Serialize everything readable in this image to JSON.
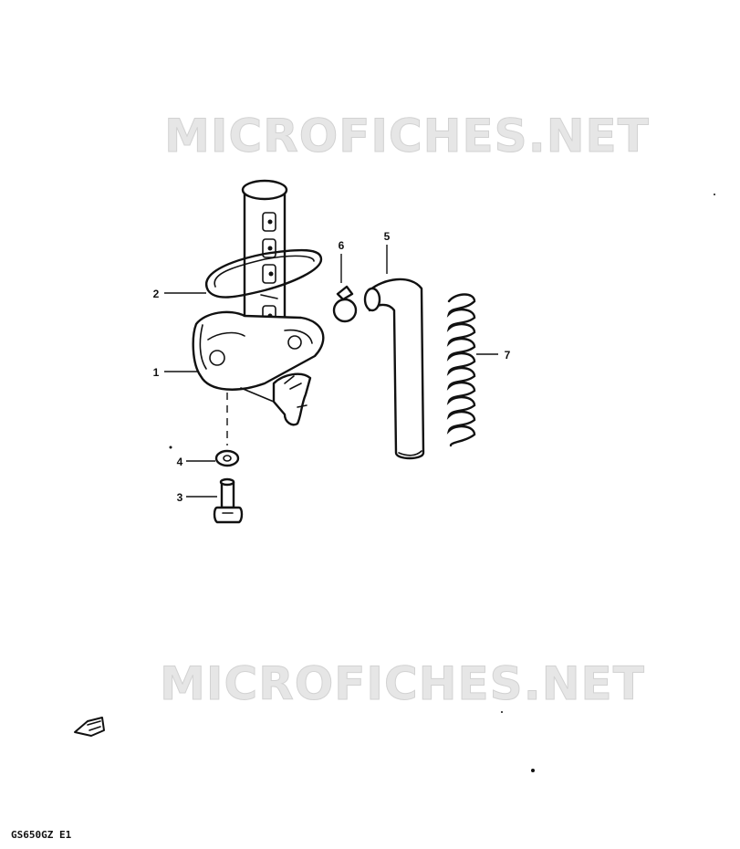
{
  "watermark": {
    "text": "MICROFICHES.NET"
  },
  "callouts": {
    "c1": "1",
    "c2": "2",
    "c3": "3",
    "c4": "4",
    "c5": "5",
    "c6": "6",
    "c7": "7"
  },
  "footer": {
    "model_code": "GS650GZ E1"
  }
}
